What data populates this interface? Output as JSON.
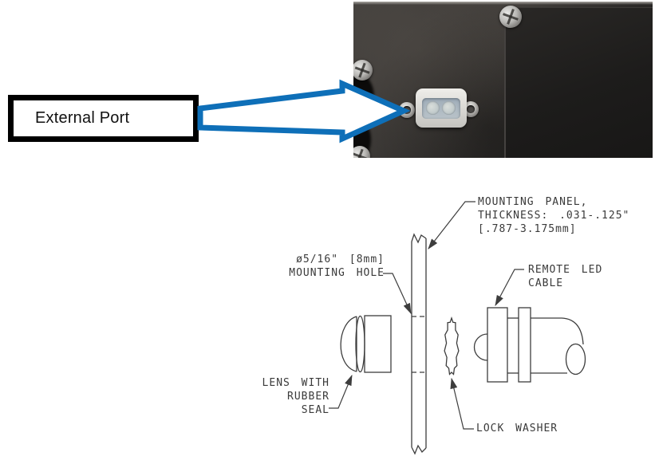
{
  "callout": {
    "label": "External Port"
  },
  "diagram": {
    "labels": {
      "mounting_panel": "MOUNTING PANEL,\nTHICKNESS: .031-.125\"\n[.787-3.175mm]",
      "mounting_hole": "ø5/16\" [8mm]\nMOUNTING HOLE",
      "remote_led_cable": "REMOTE LED\nCABLE",
      "lens_with_rubber_seal": "LENS WITH\nRUBBER\nSEAL",
      "lock_washer": "LOCK WASHER"
    }
  },
  "colors": {
    "arrow_blue": "#0e6fb8",
    "drawing_line": "#3d3d3d",
    "callout_border": "#000000"
  }
}
